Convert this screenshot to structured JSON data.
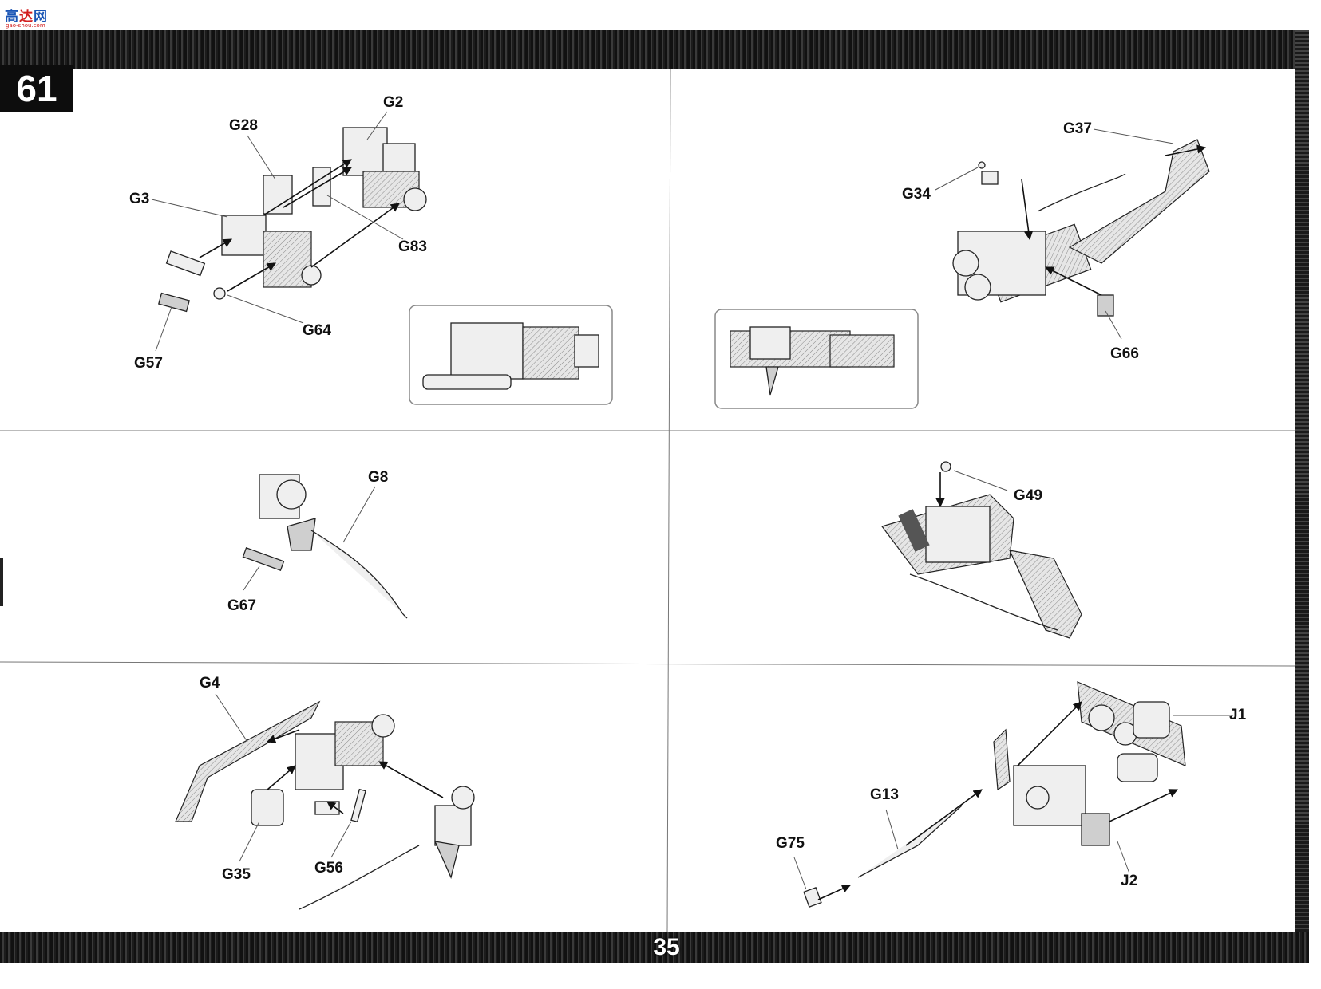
{
  "header": {
    "logo_text_blue": "高",
    "logo_text_red": "达",
    "logo_text_blue2": "网",
    "logo_url": "gao-shou.com"
  },
  "step": {
    "number": "61"
  },
  "page": {
    "number": "35"
  },
  "parts": {
    "g2": "G2",
    "g28": "G28",
    "g3": "G3",
    "g83": "G83",
    "g64": "G64",
    "g57": "G57",
    "g37": "G37",
    "g34": "G34",
    "g66": "G66",
    "g8": "G8",
    "g67": "G67",
    "g49": "G49",
    "g4": "G4",
    "g35": "G35",
    "g56": "G56",
    "j1": "J1",
    "g13": "G13",
    "g75": "G75",
    "j2": "J2"
  }
}
